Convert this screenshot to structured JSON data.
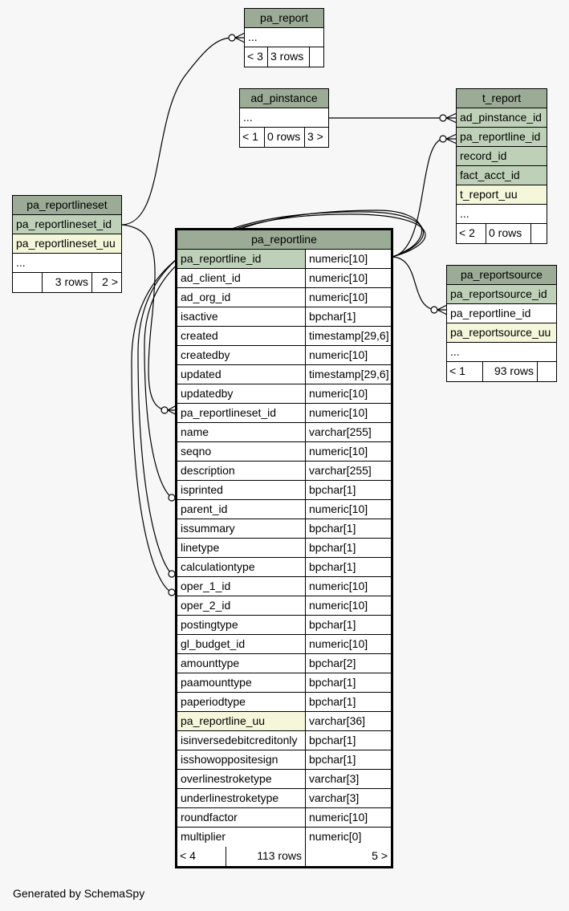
{
  "footer_text": "Generated by SchemaSpy",
  "colors": {
    "header": "#9bab96",
    "primary_key": "#bed1b8",
    "indexed": "#f4f7da",
    "background": "#f7f7f7"
  },
  "tables": {
    "pa_report": {
      "name": "pa_report",
      "ellipsis": "...",
      "footer": {
        "parents": "< 3",
        "rows": "3 rows",
        "children": ""
      }
    },
    "ad_pinstance": {
      "name": "ad_pinstance",
      "ellipsis": "...",
      "footer": {
        "parents": "< 1",
        "rows": "0 rows",
        "children": "3 >"
      }
    },
    "t_report": {
      "name": "t_report",
      "columns": [
        "ad_pinstance_id",
        "pa_reportline_id",
        "record_id",
        "fact_acct_id",
        "t_report_uu"
      ],
      "ellipsis": "...",
      "footer": {
        "parents": "< 2",
        "rows": "0 rows",
        "children": ""
      }
    },
    "pa_reportlineset": {
      "name": "pa_reportlineset",
      "columns": [
        "pa_reportlineset_id",
        "pa_reportlineset_uu"
      ],
      "ellipsis": "...",
      "footer": {
        "parents": "",
        "rows": "3 rows",
        "children": "2 >"
      }
    },
    "pa_reportsource": {
      "name": "pa_reportsource",
      "columns": [
        "pa_reportsource_id",
        "pa_reportline_id",
        "pa_reportsource_uu"
      ],
      "ellipsis": "...",
      "footer": {
        "parents": "< 1",
        "rows": "93 rows",
        "children": ""
      }
    },
    "pa_reportline": {
      "name": "pa_reportline",
      "columns": [
        {
          "name": "pa_reportline_id",
          "type": "numeric[10]"
        },
        {
          "name": "ad_client_id",
          "type": "numeric[10]"
        },
        {
          "name": "ad_org_id",
          "type": "numeric[10]"
        },
        {
          "name": "isactive",
          "type": "bpchar[1]"
        },
        {
          "name": "created",
          "type": "timestamp[29,6]"
        },
        {
          "name": "createdby",
          "type": "numeric[10]"
        },
        {
          "name": "updated",
          "type": "timestamp[29,6]"
        },
        {
          "name": "updatedby",
          "type": "numeric[10]"
        },
        {
          "name": "pa_reportlineset_id",
          "type": "numeric[10]"
        },
        {
          "name": "name",
          "type": "varchar[255]"
        },
        {
          "name": "seqno",
          "type": "numeric[10]"
        },
        {
          "name": "description",
          "type": "varchar[255]"
        },
        {
          "name": "isprinted",
          "type": "bpchar[1]"
        },
        {
          "name": "parent_id",
          "type": "numeric[10]"
        },
        {
          "name": "issummary",
          "type": "bpchar[1]"
        },
        {
          "name": "linetype",
          "type": "bpchar[1]"
        },
        {
          "name": "calculationtype",
          "type": "bpchar[1]"
        },
        {
          "name": "oper_1_id",
          "type": "numeric[10]"
        },
        {
          "name": "oper_2_id",
          "type": "numeric[10]"
        },
        {
          "name": "postingtype",
          "type": "bpchar[1]"
        },
        {
          "name": "gl_budget_id",
          "type": "numeric[10]"
        },
        {
          "name": "amounttype",
          "type": "bpchar[2]"
        },
        {
          "name": "paamounttype",
          "type": "bpchar[1]"
        },
        {
          "name": "paperiodtype",
          "type": "bpchar[1]"
        },
        {
          "name": "pa_reportline_uu",
          "type": "varchar[36]"
        },
        {
          "name": "isinversedebitcreditonly",
          "type": "bpchar[1]"
        },
        {
          "name": "isshowoppositesign",
          "type": "bpchar[1]"
        },
        {
          "name": "overlinestroketype",
          "type": "varchar[3]"
        },
        {
          "name": "underlinestroketype",
          "type": "varchar[3]"
        },
        {
          "name": "roundfactor",
          "type": "numeric[10]"
        },
        {
          "name": "multiplier",
          "type": "numeric[0]"
        }
      ],
      "footer": {
        "parents": "< 4",
        "rows": "113 rows",
        "children": "5 >"
      }
    }
  }
}
